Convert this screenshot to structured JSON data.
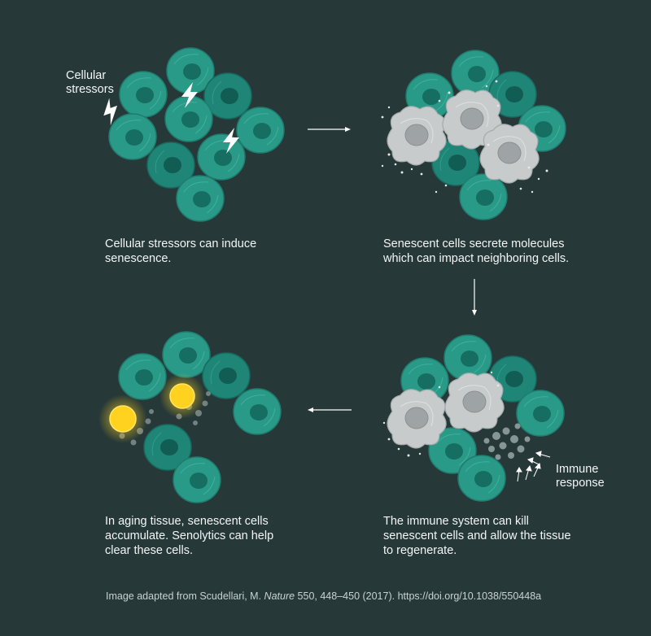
{
  "labels": {
    "stressors": "Cellular\nstressors",
    "immune": "Immune\nresponse"
  },
  "captions": {
    "panel1": "Cellular stressors can induce\nsenescence.",
    "panel2": "Senescent cells secrete molecules\nwhich can impact neighboring cells.",
    "panel3": "In aging tissue, senescent cells\naccumulate. Senolytics can help\nclear these cells.",
    "panel4": "The immune system can kill\nsenescent cells and allow the tissue\nto regenerate."
  },
  "credit": {
    "prefix": "Image adapted from Scudellari, M. ",
    "journal": "Nature",
    "suffix": " 550, 448–450 (2017). https://doi.org/10.1038/550448a"
  },
  "colors": {
    "background": "#263838",
    "cell_teal": "#2a9a88",
    "cell_dark": "#1d7a6c",
    "senescent_gray": "#c8cbcc",
    "senolytic_yellow": "#ffd21f"
  },
  "icons": [
    "lightning-bolt-icon",
    "arrow-right-icon",
    "arrow-down-icon",
    "arrow-left-icon"
  ]
}
